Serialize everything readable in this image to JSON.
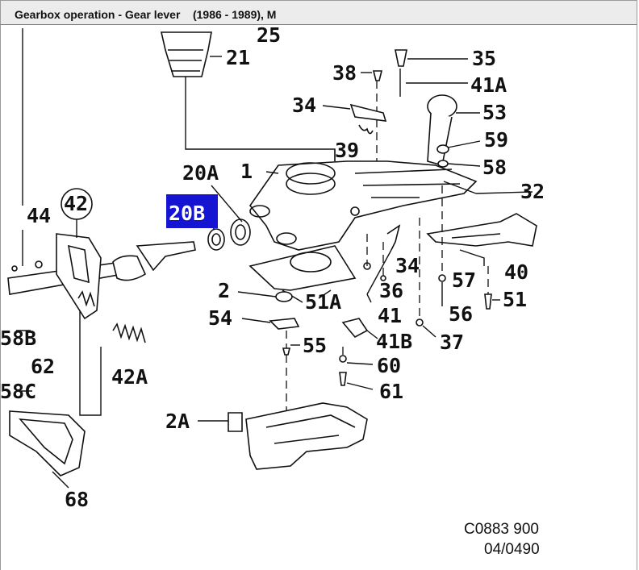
{
  "window": {
    "title": "Gearbox operation - Gear lever    (1986 - 1989), M"
  },
  "diagram": {
    "selected_callout": "20B",
    "highlight_color": "#1414d2",
    "callouts": {
      "c25": "25",
      "c21": "21",
      "c38": "38",
      "c35": "35",
      "c41a": "41A",
      "c34a": "34",
      "c53": "53",
      "c59": "59",
      "c39": "39",
      "c58": "58",
      "c20a": "20A",
      "c1": "1",
      "c32": "32",
      "c42": "42",
      "c44": "44",
      "c20b": "20B",
      "c40": "40",
      "c34b": "34",
      "c57": "57",
      "c2": "2",
      "c36": "36",
      "c51a": "51A",
      "c51": "51",
      "c56": "56",
      "c54": "54",
      "c41": "41",
      "c41b": "41B",
      "c37": "37",
      "c55": "55",
      "c58b": "58B",
      "c62": "62",
      "c42a": "42A",
      "c60": "60",
      "c58c": "58C",
      "c61": "61",
      "c2a": "2A",
      "c68": "68"
    },
    "drawing_number": "C0883 900",
    "drawing_date": "04/0490"
  }
}
